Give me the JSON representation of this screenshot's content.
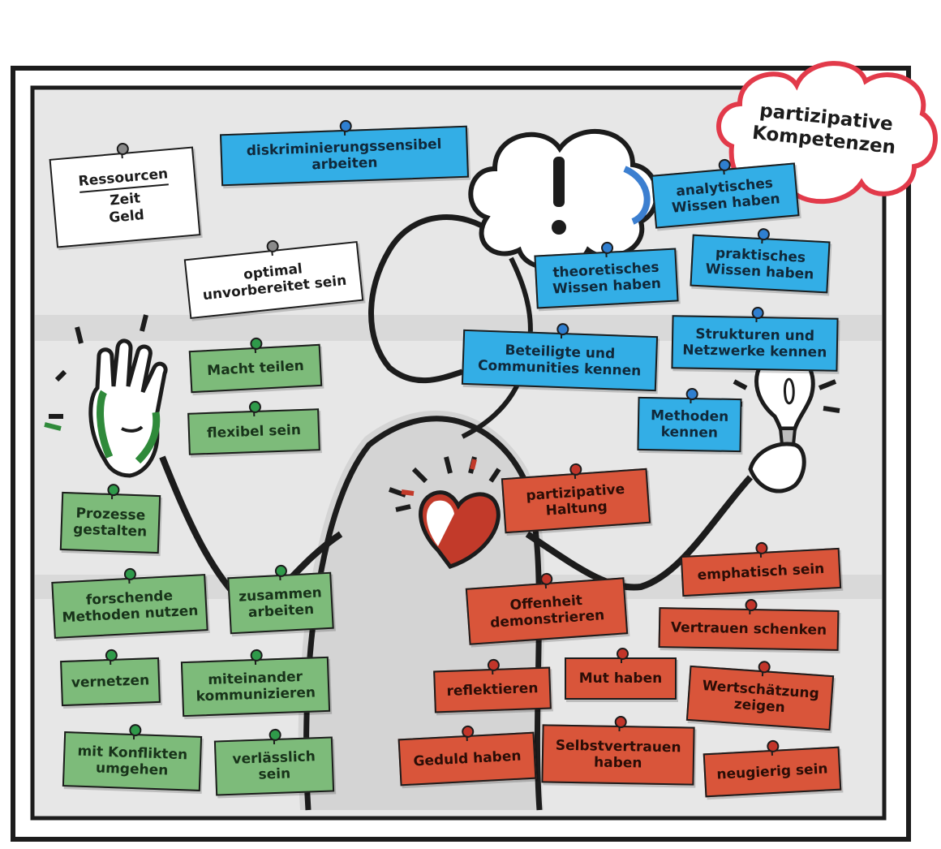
{
  "title": "partizipative\nKompetenzen",
  "colors": {
    "blue": "#33aee6",
    "green": "#7dbb7a",
    "red": "#d9553a",
    "white": "#ffffff",
    "title_cloud_outline": "#e23a4a"
  },
  "icons": [
    "exclamation-cloud-icon",
    "waving-hand-icon",
    "heart-icon",
    "light-bulb-icon"
  ],
  "notes": {
    "ressourcen": {
      "title": "Ressourcen",
      "body": "Zeit\nGeld"
    },
    "optimal": "optimal\nunvorbereitet sein",
    "blue": {
      "diskriminierung": "diskriminierungssensibel\narbeiten",
      "analytisch": "analytisches\nWissen haben",
      "praktisch": "praktisches\nWissen haben",
      "theoretisch": "theoretisches\nWissen haben",
      "beteiligte": "Beteiligte und\nCommunities kennen",
      "strukturen": "Strukturen und\nNetzwerke kennen",
      "methoden": "Methoden\nkennen"
    },
    "green": {
      "macht": "Macht teilen",
      "flexibel": "flexibel sein",
      "prozesse": "Prozesse\ngestalten",
      "forschende": "forschende\nMethoden nutzen",
      "zusammen": "zusammen\narbeiten",
      "vernetzen": "vernetzen",
      "miteinander": "miteinander\nkommunizieren",
      "konflikte": "mit Konflikten\numgehen",
      "verlaesslich": "verlässlich\nsein"
    },
    "red": {
      "haltung": "partizipative\nHaltung",
      "emphatisch": "emphatisch sein",
      "offenheit": "Offenheit\ndemonstrieren",
      "vertrauen": "Vertrauen schenken",
      "reflektieren": "reflektieren",
      "mut": "Mut haben",
      "wertschaetzung": "Wertschätzung\nzeigen",
      "geduld": "Geduld haben",
      "selbstvertrauen": "Selbstvertrauen\nhaben",
      "neugierig": "neugierig sein"
    }
  }
}
